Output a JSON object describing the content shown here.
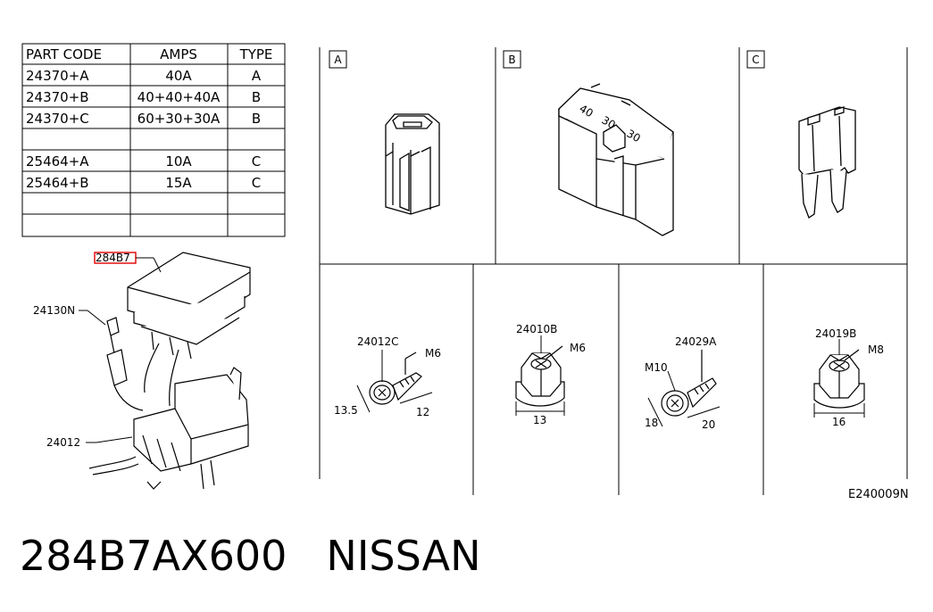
{
  "table": {
    "headers": [
      "PART CODE",
      "AMPS",
      "TYPE"
    ],
    "rows": [
      [
        "24370+A",
        "40A",
        "A"
      ],
      [
        "24370+B",
        "40+40+40A",
        "B"
      ],
      [
        "24370+C",
        "60+30+30A",
        "B"
      ],
      [
        "",
        "",
        ""
      ],
      [
        "25464+A",
        "10A",
        "C"
      ],
      [
        "25464+B",
        "15A",
        "C"
      ],
      [
        "",
        "",
        ""
      ],
      [
        "",
        "",
        ""
      ]
    ]
  },
  "panels": {
    "a": "A",
    "b": "B",
    "c": "C"
  },
  "fuse_b_ratings": [
    "40",
    "30",
    "30"
  ],
  "callouts": {
    "relay_box": "284B7",
    "relay": "24130N",
    "harness": "24012",
    "bolt1": "24012C",
    "bolt1_thread": "M6",
    "bolt1_dim_a": "13.5",
    "bolt1_dim_b": "12",
    "nut1": "24010B",
    "nut1_thread": "M6",
    "nut1_dim": "13",
    "bolt2": "24029A",
    "bolt2_thread": "M10",
    "bolt2_dim_a": "18",
    "bolt2_dim_b": "20",
    "nut2": "24019B",
    "nut2_thread": "M8",
    "nut2_dim": "16"
  },
  "diagram_code": "E240009N",
  "footer": {
    "part_number": "284B7AX600",
    "brand": "NISSAN"
  },
  "colors": {
    "highlight": "#e00000",
    "line": "#000000"
  }
}
